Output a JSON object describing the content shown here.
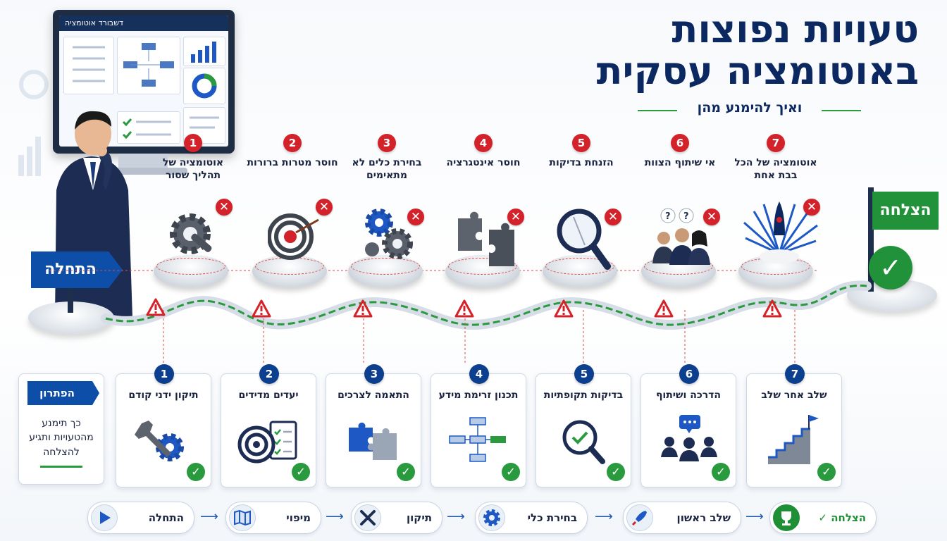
{
  "title": {
    "line1": "טעויות נפוצות",
    "line2": "באוטומציה עסקית",
    "subtitle": "ואיך להימנע מהן"
  },
  "monitor": {
    "header": "דשבורד אוטומציה"
  },
  "signs": {
    "start": "התחלה",
    "end": "הצלחה"
  },
  "mistakes": [
    {
      "num": "1",
      "label": "אוטומציה של תהליך שסור",
      "icon": "broken-gear-icon"
    },
    {
      "num": "2",
      "label": "חוסר מטרות ברורות",
      "icon": "target-icon"
    },
    {
      "num": "3",
      "label": "בחירת כלים לא מתאימים",
      "icon": "mismatched-gears-icon"
    },
    {
      "num": "4",
      "label": "חוסר אינטגרציה",
      "icon": "puzzle-pieces-icon"
    },
    {
      "num": "5",
      "label": "הזנחת בדיקות",
      "icon": "magnifier-icon"
    },
    {
      "num": "6",
      "label": "אי שיתוף הצוות",
      "icon": "confused-team-icon"
    },
    {
      "num": "7",
      "label": "אוטומציה של הכל בבת אחת",
      "icon": "rocket-chaos-icon"
    }
  ],
  "solution": {
    "tag": "הפתרון",
    "text": "כך תימנע מהטעויות ותגיע להצלחה"
  },
  "cards": [
    {
      "num": "1",
      "title": "תיקון ידני קודם",
      "icon": "wrench-gear-icon"
    },
    {
      "num": "2",
      "title": "יעדים מדידים",
      "icon": "target-checklist-icon"
    },
    {
      "num": "3",
      "title": "התאמה לצרכים",
      "icon": "puzzle-fit-icon"
    },
    {
      "num": "4",
      "title": "תכנון זרימת מידע",
      "icon": "flowchart-icon"
    },
    {
      "num": "5",
      "title": "בדיקות תקופתיות",
      "icon": "magnifier-check-icon"
    },
    {
      "num": "6",
      "title": "הדרכה ושיתוף",
      "icon": "team-chat-icon"
    },
    {
      "num": "7",
      "title": "שלב אחר שלב",
      "icon": "stairs-flag-icon"
    }
  ],
  "steps": [
    {
      "label": "התחלה",
      "icon": "play-icon"
    },
    {
      "label": "מיפוי",
      "icon": "map-icon"
    },
    {
      "label": "תיקון",
      "icon": "tools-icon"
    },
    {
      "label": "בחירת כלי",
      "icon": "gear-icon"
    },
    {
      "label": "שלב ראשון",
      "icon": "rocket-icon"
    },
    {
      "label": "הצלחה ✓",
      "icon": "trophy-icon"
    }
  ],
  "colors": {
    "navy": "#0b2860",
    "blue": "#0d4fa8",
    "red": "#d3222a",
    "green": "#2a9a3e"
  }
}
